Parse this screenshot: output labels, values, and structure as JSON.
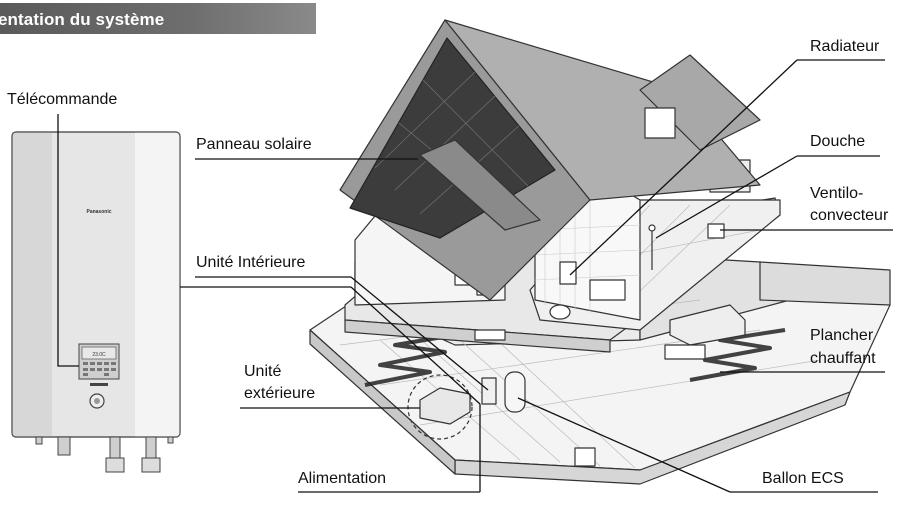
{
  "header": {
    "title": "entation du système"
  },
  "unit": {
    "brand": "Panasonic",
    "screen_text": "23.0C"
  },
  "labels": {
    "telecommande": "Télécommande",
    "panneau_solaire": "Panneau solaire",
    "unite_interieure": "Unité Intérieure",
    "unite_exterieure_1": "Unité",
    "unite_exterieure_2": "extérieure",
    "alimentation": "Alimentation",
    "radiateur": "Radiateur",
    "douche": "Douche",
    "ventilo_1": "Ventilo-",
    "ventilo_2": "convecteur",
    "plancher_1": "Plancher",
    "plancher_2": "chauffant",
    "ballon_ecs": "Ballon ECS"
  },
  "colors": {
    "banner": "#6a6a6a",
    "roof": "#8c8c8c",
    "solar": "#4a4a4a",
    "wall": "#f2f2f2",
    "line": "#222222"
  }
}
